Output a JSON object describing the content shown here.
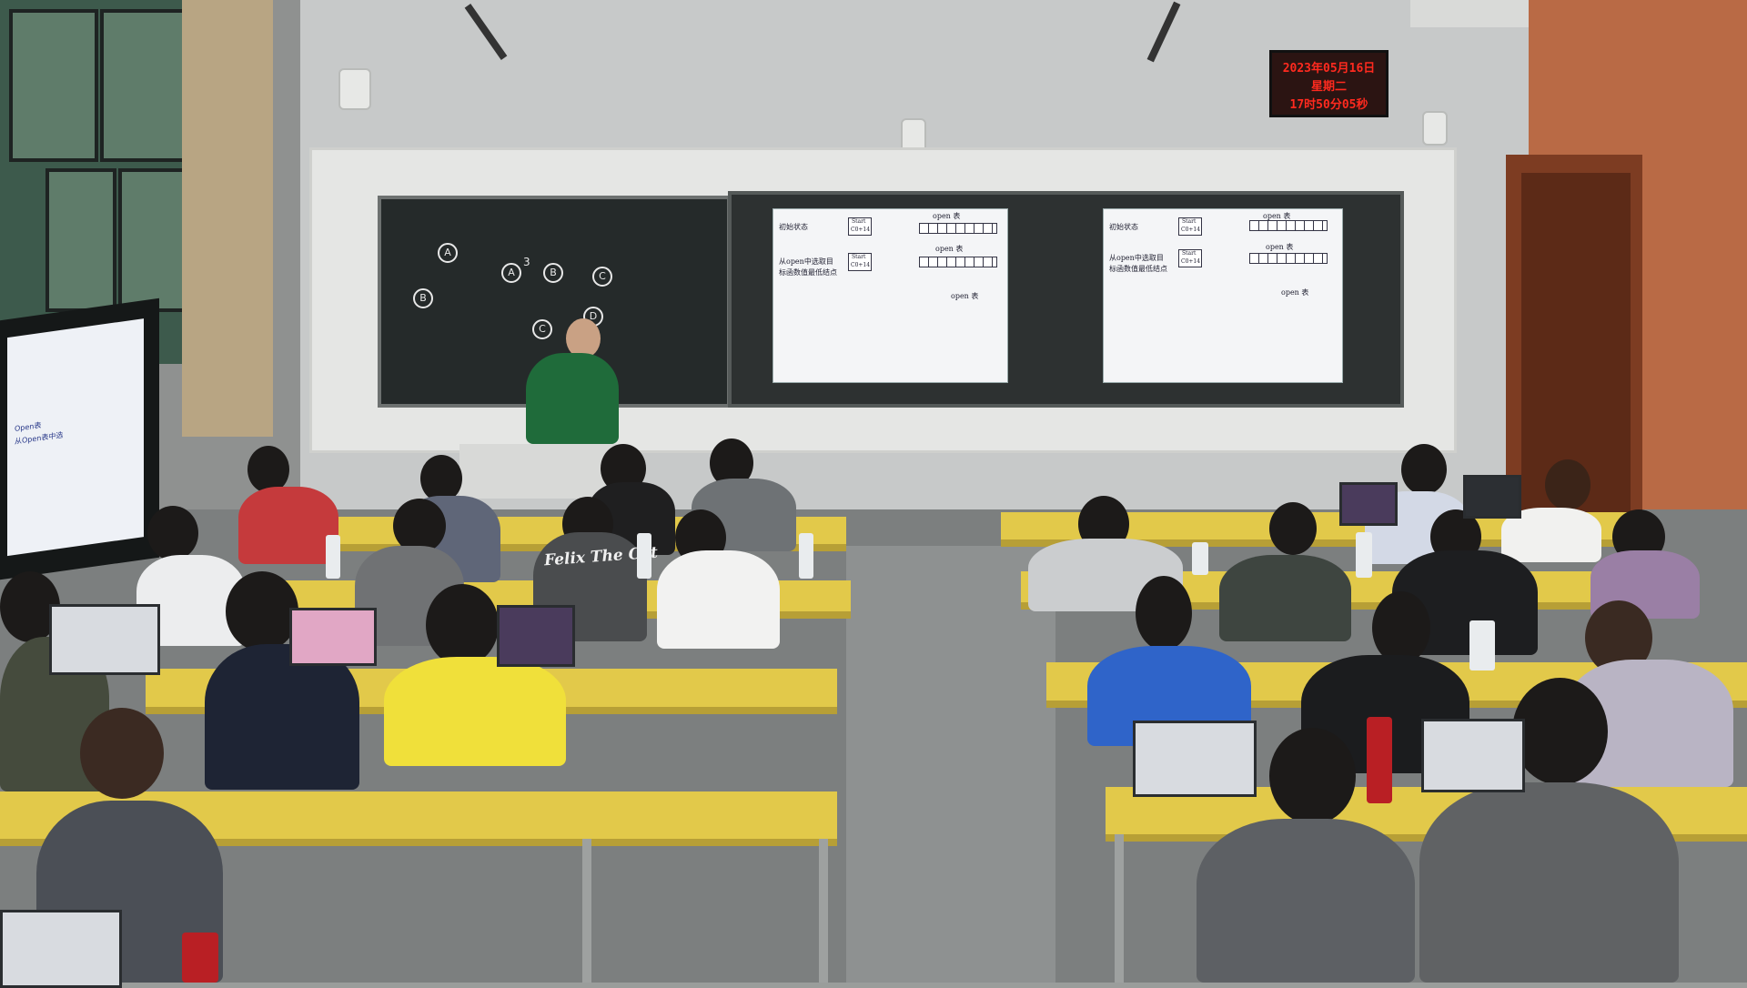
{
  "scene": {
    "description_type": "classroom photo",
    "colors": {
      "desk": "#e2c94a",
      "clock_text": "#ff2a1f",
      "wall": "#c7c9c9"
    }
  },
  "clock": {
    "date": "2023年05月16日",
    "weekday": "星期二",
    "time": "17时50分05秒"
  },
  "slides": {
    "left": {
      "heading": "初始状态",
      "open_label_top": "open 表",
      "start_box": "Start",
      "start_value": "C0+14",
      "mid_label": "open 表",
      "line1": "从open中选取目",
      "line2": "标函数值最低结点",
      "open_label_bottom": "open 表"
    },
    "right": {
      "heading": "初始状态",
      "open_label_top": "open 表",
      "start_box": "Start",
      "start_value": "C0+14",
      "mid_label": "open 表",
      "line1": "从open中选取目",
      "line2": "标函数值最低结点",
      "open_label_bottom": "open 表"
    }
  },
  "blackboard": {
    "nodes": [
      "A",
      "B",
      "A",
      "B",
      "C",
      "C",
      "D"
    ],
    "arrow_label": "3"
  },
  "shirt": {
    "text": "Felix The Cat"
  },
  "tv": {
    "line1": "Open表",
    "line2": "从Open表中选"
  }
}
